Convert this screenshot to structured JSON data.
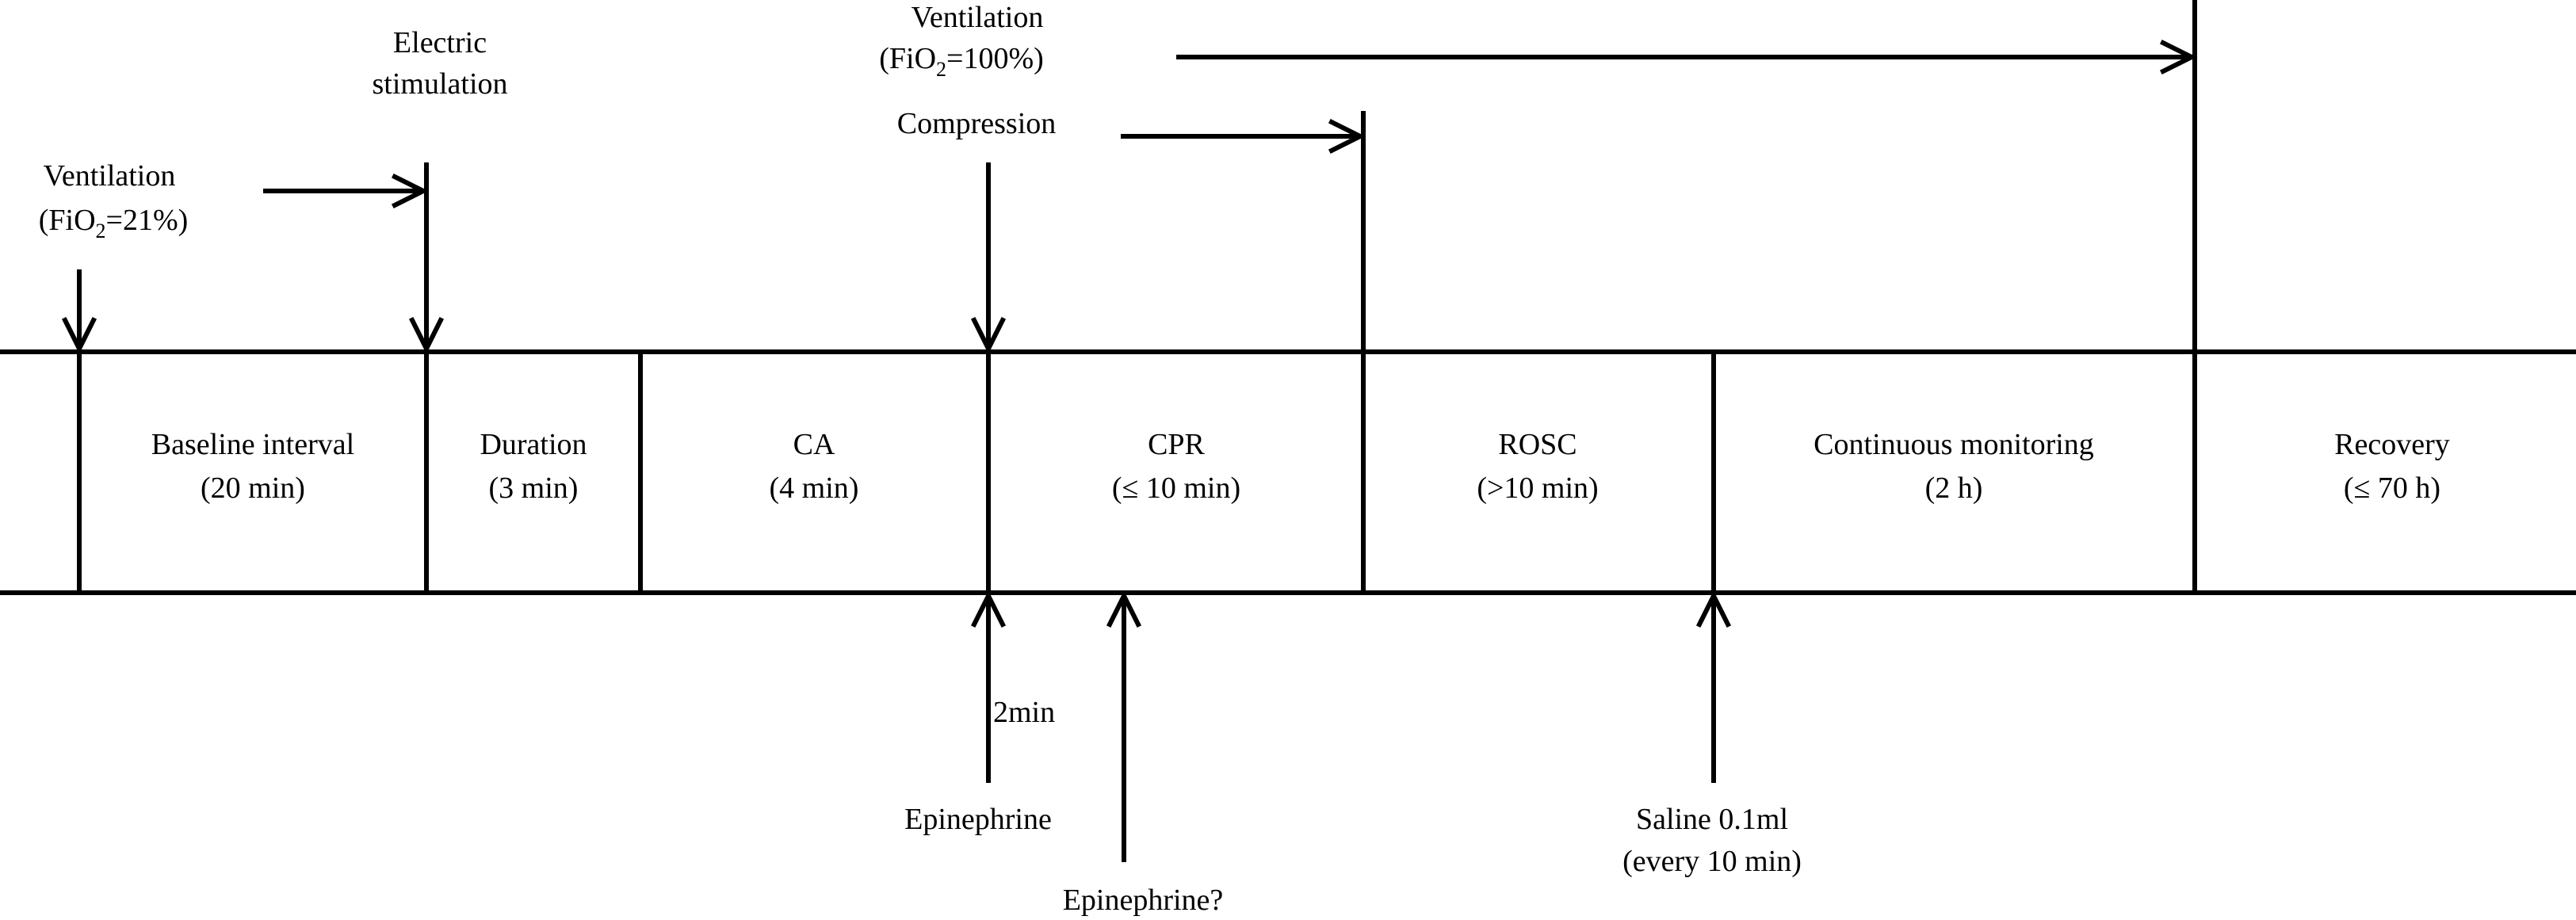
{
  "phases": [
    {
      "name": "Baseline interval",
      "duration": "(20 min)"
    },
    {
      "name": "Duration",
      "duration": "(3 min)"
    },
    {
      "name": "CA",
      "duration": "(4 min)"
    },
    {
      "name": "CPR",
      "duration": "(≤ 10 min)"
    },
    {
      "name": "ROSC",
      "duration": "(>10 min)"
    },
    {
      "name": "Continuous monitoring",
      "duration": "(2 h)"
    },
    {
      "name": "Recovery",
      "duration": "(≤ 70 h)"
    }
  ],
  "events_top": {
    "ventilation_21": {
      "line1": "Ventilation",
      "line2_prefix": "(FiO",
      "line2_sub": "2",
      "line2_suffix": "=21%)"
    },
    "electric_stimulation": {
      "line1": "Electric",
      "line2": "stimulation"
    },
    "ventilation_100": {
      "line1": "Ventilation",
      "line2_prefix": "(FiO",
      "line2_sub": "2",
      "line2_suffix": "=100%)"
    },
    "compression": {
      "label": "Compression"
    }
  },
  "events_bottom": {
    "epinephrine": {
      "label": "Epinephrine",
      "interval": "2min"
    },
    "epinephrine_optional": {
      "label": "Epinephrine?"
    },
    "saline": {
      "line1": "Saline 0.1ml",
      "line2": "(every 10 min)"
    }
  },
  "colors": {
    "ink": "#000000",
    "background": "#ffffff"
  }
}
